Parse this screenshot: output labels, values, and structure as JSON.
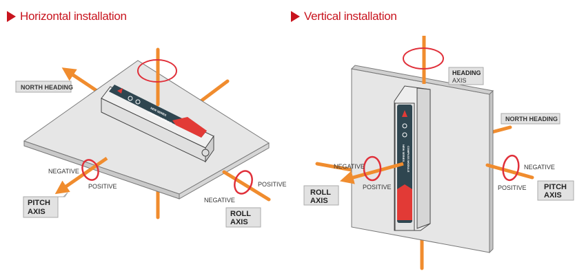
{
  "panels": {
    "horizontal": {
      "title": "Horizontal installation",
      "labels": {
        "north_heading": "NORTH HEADING",
        "pitch_axis_line1": "PITCH",
        "pitch_axis_line2": "AXIS",
        "roll_axis_line1": "ROLL",
        "roll_axis_line2": "AXIS",
        "pitch_negative": "NEGATIVE",
        "pitch_positive": "POSITIVE",
        "roll_positive": "POSITIVE",
        "roll_negative": "NEGATIVE"
      },
      "device_text": [
        "NEW SERIES",
        "COMPASS MODULE"
      ]
    },
    "vertical": {
      "title": "Vertical installation",
      "labels": {
        "heading_axis_line1": "HEADING",
        "heading_axis_line2": "AXIS",
        "north_heading": "NORTH HEADING",
        "roll_axis_line1": "ROLL",
        "roll_axis_line2": "AXIS",
        "pitch_axis_line1": "PITCH",
        "pitch_axis_line2": "AXIS",
        "roll_negative": "NEGATIVE",
        "roll_positive": "POSITIVE",
        "pitch_negative": "NEGATIVE",
        "pitch_positive": "POSITIVE"
      },
      "device_text": [
        "NEW SERIES",
        "COMPASS MODULE"
      ]
    }
  },
  "colors": {
    "title_red": "#c8141e",
    "axis_orange": "#f08c2e",
    "rotation_red": "#e0303a",
    "device_dark": "#2f4650",
    "device_red": "#e23a36",
    "plate_gray": "#e6e6e6"
  }
}
